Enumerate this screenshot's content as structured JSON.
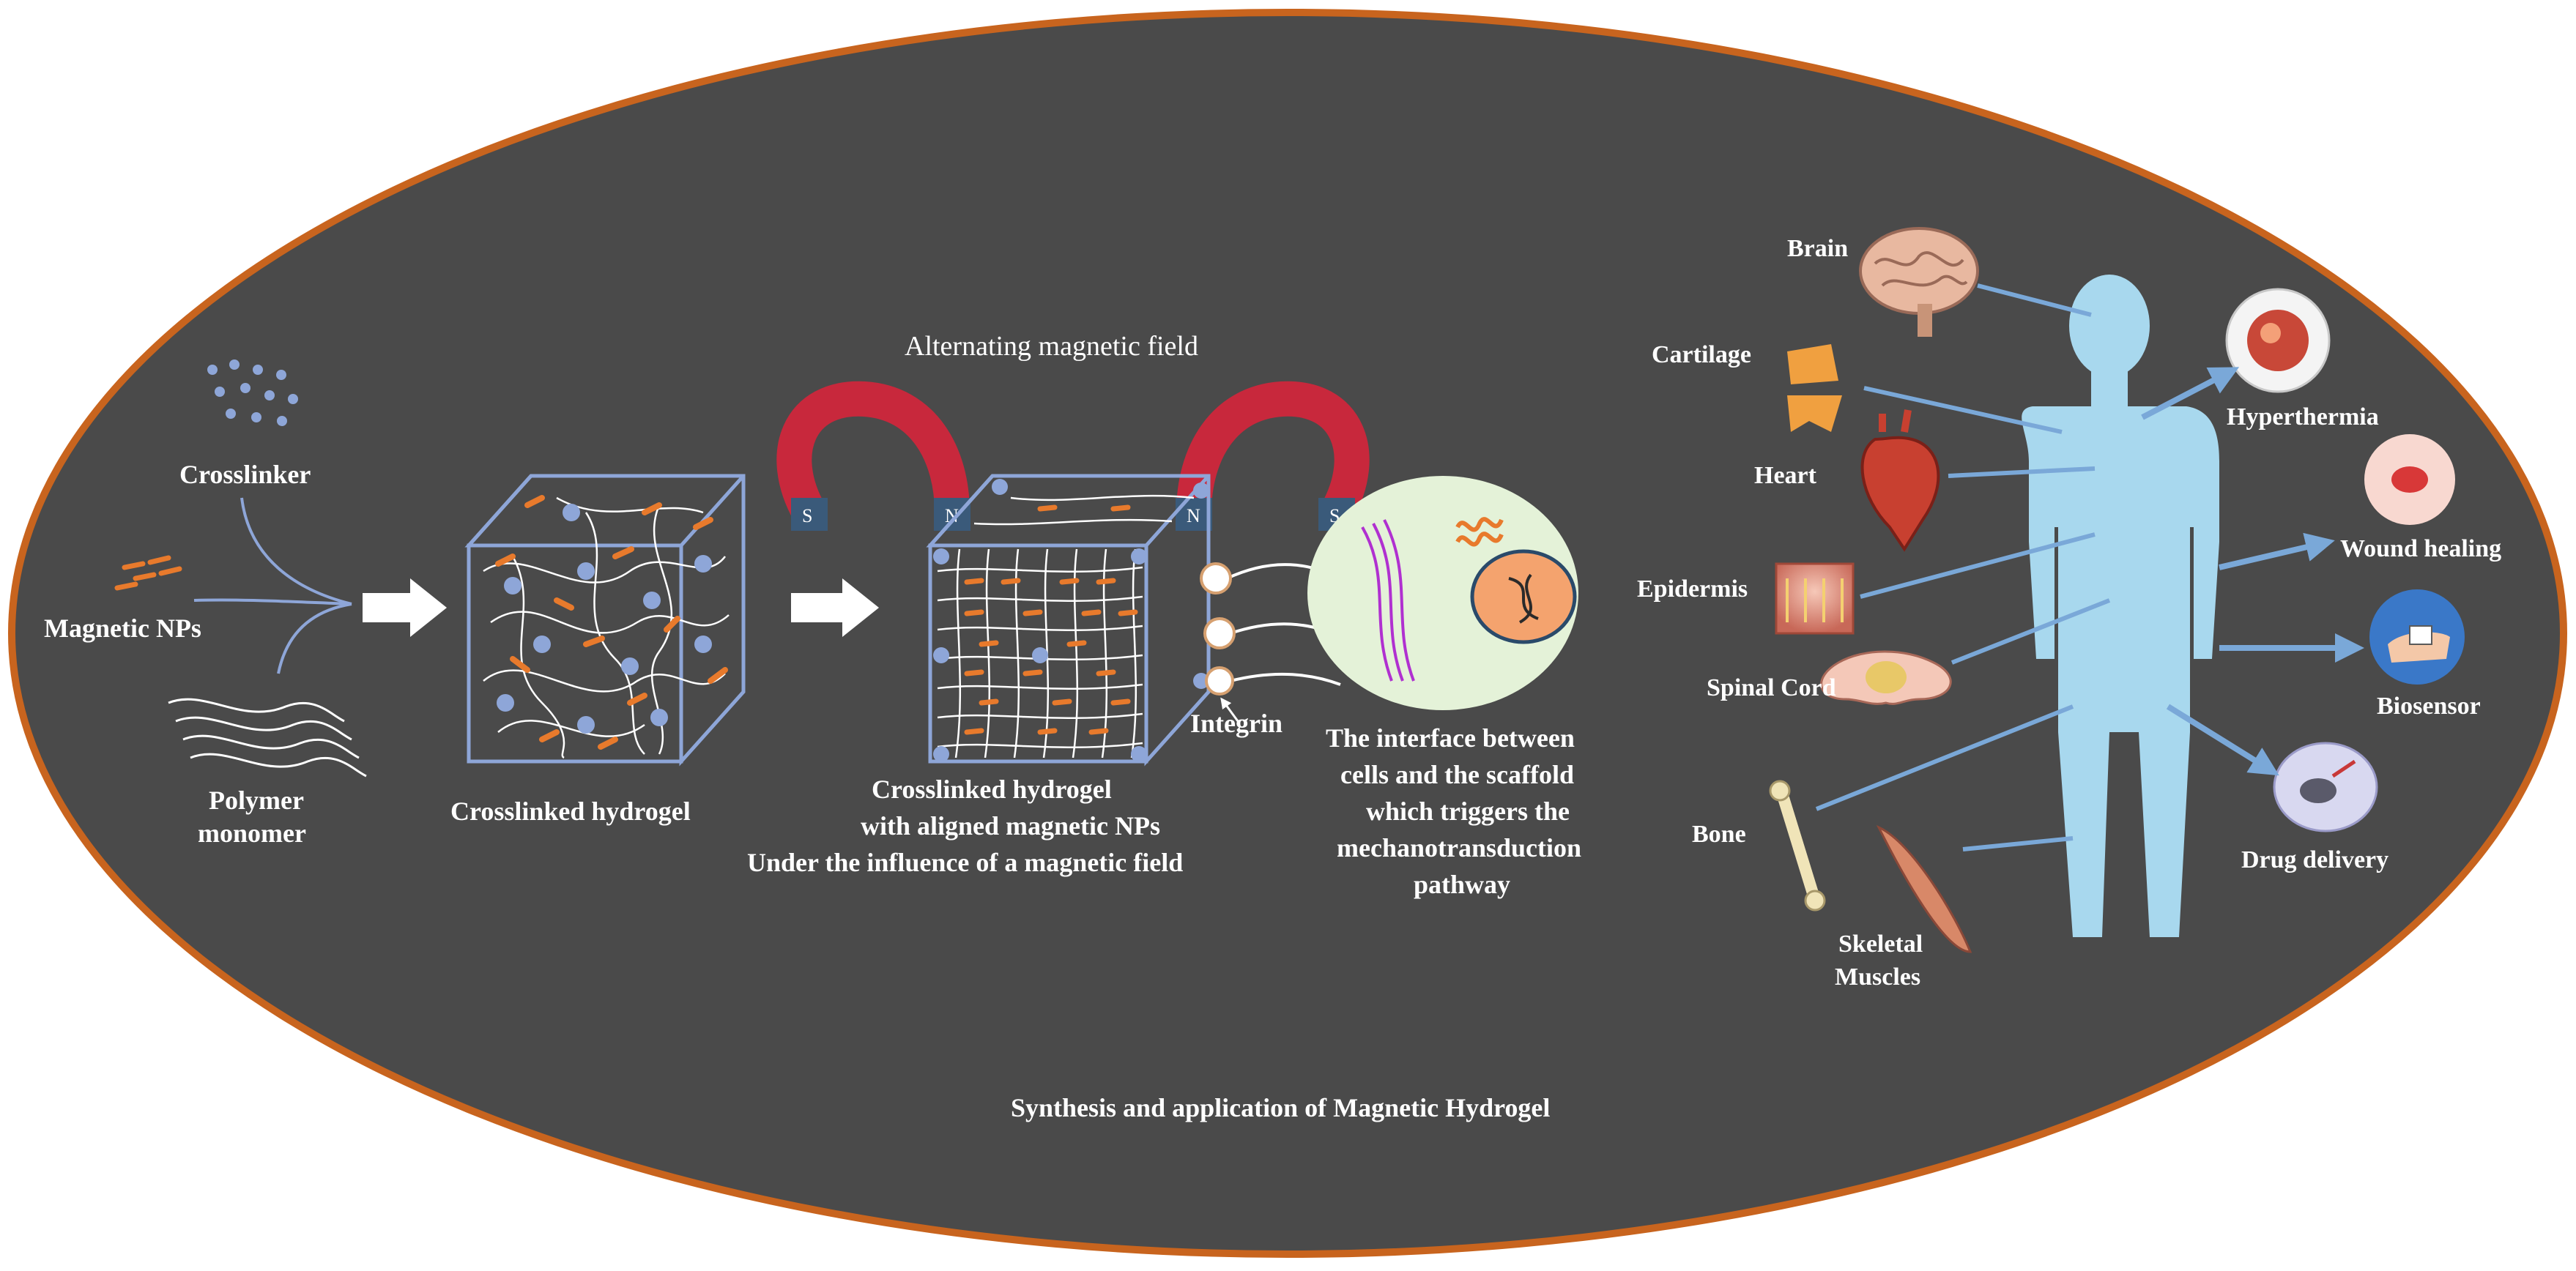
{
  "colors": {
    "background": "#4a4a4a",
    "border": "#c8641e",
    "text": "#ffffff",
    "network_blue": "#8ea6d8",
    "nanoparticle": "#e87a2c",
    "body_blue": "#a8d8ee",
    "magnet_red": "#c8283c",
    "cell_fill": "#e4f2d8",
    "nucleus_fill": "#f4a36e",
    "membrane_purple": "#b030d0",
    "pointer_blue": "#7aa8d8"
  },
  "synthesis": {
    "crosslinker_label": "Crosslinker",
    "magnetic_nps_label": "Magnetic NPs",
    "polymer_label_line1": "Polymer",
    "polymer_label_line2": "monomer",
    "hydrogel_label": "Crosslinked hydrogel"
  },
  "mechanism": {
    "field_label": "Alternating magnetic field",
    "aligned_line1": "Crosslinked hydrogel",
    "aligned_line2": "with aligned magnetic NPs",
    "aligned_line3": "Under the influence of a magnetic field",
    "integrin_label": "Integrin",
    "interface_line1": "The interface between",
    "interface_line2": "cells and the scaffold",
    "interface_line3": "which triggers the",
    "interface_line4": "mechanotransduction",
    "interface_line5": "pathway",
    "magnet_pole_n": "N",
    "magnet_pole_s": "S"
  },
  "tissues": {
    "brain": "Brain",
    "cartilage": "Cartilage",
    "heart": "Heart",
    "epidermis": "Epidermis",
    "spinal_cord": "Spinal Cord",
    "bone": "Bone",
    "skeletal_line1": "Skeletal",
    "skeletal_line2": "Muscles"
  },
  "applications": {
    "hyperthermia": "Hyperthermia",
    "wound_healing": "Wound healing",
    "biosensor": "Biosensor",
    "drug_delivery": "Drug delivery"
  },
  "caption": "Synthesis and application of Magnetic Hydrogel"
}
